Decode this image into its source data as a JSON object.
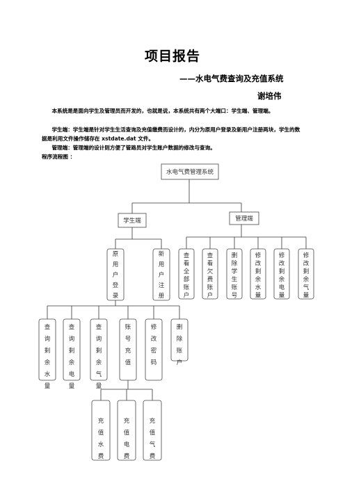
{
  "doc": {
    "title": "项目报告",
    "subtitle": "——水电气费查询及充值系统",
    "author": "谢培伟",
    "p1": "本系统是是面向学生及管理员而开发的，也就是说，本系统共有两个大端口：学生端、管理端。",
    "p2": "学生端：学生端是针对学生生活查询及充值缴费而设计的，内分为原用户登录及新用户注册两块，学生的数据是利用文件操作储存在 xstdate.dat 文件。",
    "p3": "管理端：管理端的设计则方便了管路员对学生账户数据的修改与查询。",
    "p4": "程序流程图 ："
  },
  "flow": {
    "root": "水电气费管理系统",
    "student": "学生端",
    "admin": "管理端",
    "student_children": [
      "原用户登录",
      "新用户注册"
    ],
    "admin_children": [
      "查看全部账户",
      "查看欠费账户",
      "删除学生账号",
      "修改剩余水量",
      "修改剩余电量",
      "修改剩余气量"
    ],
    "login_children": [
      "查询剩余水量",
      "查询剩余电量",
      "查询剩余气量",
      "账号充值",
      "修改密码",
      "删除账户"
    ],
    "recharge_children": [
      "充值水费",
      "充值电费",
      "充值气费"
    ]
  }
}
